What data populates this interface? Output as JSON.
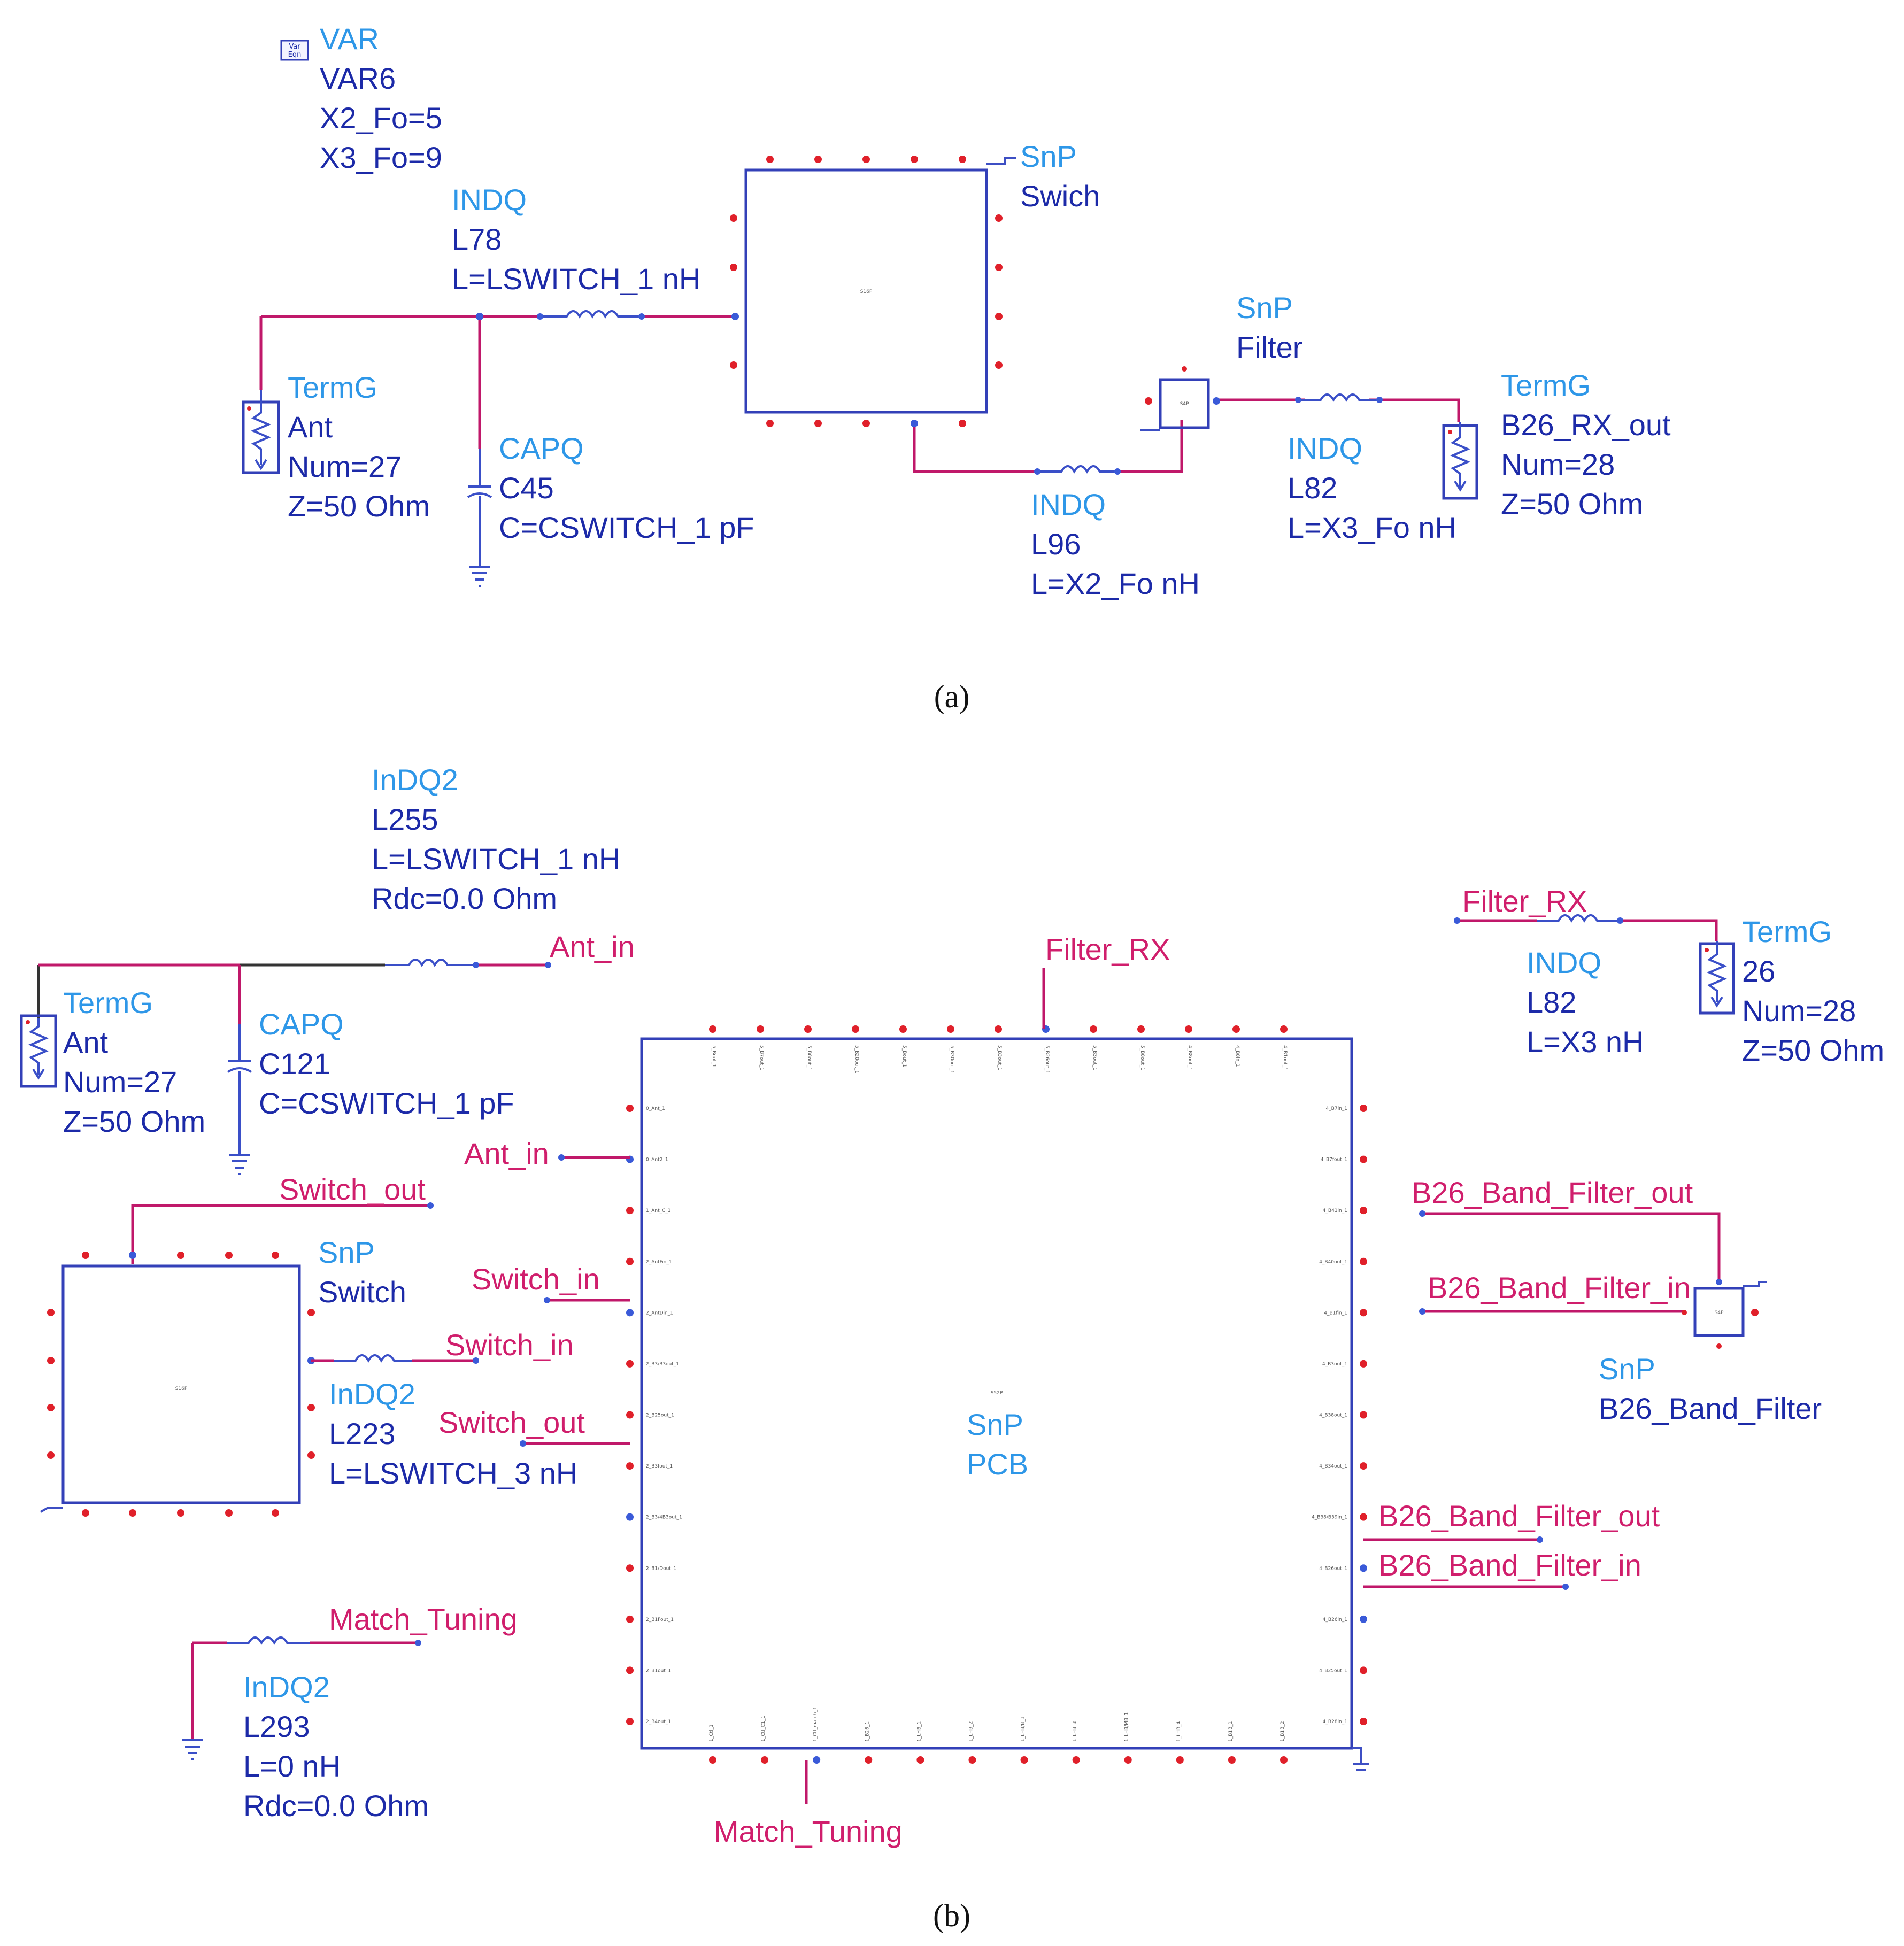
{
  "panel_a": {
    "caption": "(a)",
    "var_block": {
      "icon": "var-eqn-icon",
      "icon_text_1": "Var",
      "icon_text_2": "Eqn",
      "type": "VAR",
      "name": "VAR6",
      "line1": "X2_Fo=5",
      "line2": "X3_Fo=9"
    },
    "switch": {
      "type": "SnP",
      "name": "Swich",
      "inner": "S16P"
    },
    "filter": {
      "type": "SnP",
      "name": "Filter",
      "inner": "S4P"
    },
    "l78": {
      "type": "INDQ",
      "name": "L78",
      "value": "L=LSWITCH_1 nH"
    },
    "c45": {
      "type": "CAPQ",
      "name": "C45",
      "value": "C=CSWITCH_1 pF"
    },
    "ant": {
      "type": "TermG",
      "name": "Ant",
      "num": "Num=27",
      "z": "Z=50 Ohm"
    },
    "l96": {
      "type": "INDQ",
      "name": "L96",
      "value": "L=X2_Fo nH"
    },
    "l82": {
      "type": "INDQ",
      "name": "L82",
      "value": "L=X3_Fo nH"
    },
    "rx_term": {
      "type": "TermG",
      "name": "B26_RX_out",
      "num": "Num=28",
      "z": "Z=50 Ohm"
    }
  },
  "panel_b": {
    "caption": "(b)",
    "l255": {
      "type": "InDQ2",
      "name": "L255",
      "value": "L=LSWITCH_1 nH",
      "rdc": "Rdc=0.0 Ohm"
    },
    "ant": {
      "type": "TermG",
      "name": "Ant",
      "num": "Num=27",
      "z": "Z=50 Ohm"
    },
    "c121": {
      "type": "CAPQ",
      "name": "C121",
      "value": "C=CSWITCH_1 pF"
    },
    "switch": {
      "type": "SnP",
      "name": "Switch",
      "inner": "S16P"
    },
    "l223": {
      "type": "InDQ2",
      "name": "L223",
      "value": "L=LSWITCH_3 nH"
    },
    "l293": {
      "type": "InDQ2",
      "name": "L293",
      "value": "L=0 nH",
      "rdc": "Rdc=0.0 Ohm"
    },
    "pcb": {
      "type": "SnP",
      "name": "PCB",
      "inner": "S52P"
    },
    "l82": {
      "type": "INDQ",
      "name": "L82",
      "value": "L=X3 nH"
    },
    "term26": {
      "type": "TermG",
      "name": "26",
      "num": "Num=28",
      "z": "Z=50 Ohm"
    },
    "band_filter": {
      "type": "SnP",
      "name": "B26_Band_Filter",
      "inner": "S4P"
    },
    "nets": {
      "ant_in": "Ant_in",
      "filter_rx": "Filter_RX",
      "switch_out": "Switch_out",
      "switch_in": "Switch_in",
      "match_tuning": "Match_Tuning",
      "b26_out": "B26_Band_Filter_out",
      "b26_in": "B26_Band_Filter_in"
    },
    "pcb_left_ports": [
      "0_Ant_1",
      "0_Ant2_1",
      "1_Ant_C_1",
      "2_AntFin_1",
      "2_AntDin_1",
      "2_B3/B3out_1",
      "2_B25out_1",
      "2_B3fout_1",
      "2_B3/4B3out_1",
      "2_B1/Dout_1",
      "2_B1Fout_1",
      "2_B1out_1",
      "2_B4out_1"
    ],
    "pcb_right_ports": [
      "4_B7in_1",
      "4_B7fout_1",
      "4_B41in_1",
      "4_B40out_1",
      "4_B1fin_1",
      "4_B3out_1",
      "4_B38out_1",
      "4_B34out_1",
      "4_B38/B39in_1",
      "4_B26out_1",
      "4_B26in_1",
      "4_B25out_1",
      "4_B28in_1"
    ],
    "pcb_top_ports": [
      "5_Bout_1",
      "5_B7out_1",
      "5_B8out_1",
      "5_B20out_1",
      "5_Bout_1",
      "5_B30out_1",
      "5_B3out_1",
      "5_B26out_1",
      "5_B3out_1",
      "5_B8out_1",
      "4_B8out_1",
      "4_B8in_1",
      "4_B1out_1"
    ],
    "pcb_bottom_ports": [
      "1_Ctl_1",
      "1_Ctl_C1_1",
      "1_Ctl_match_1",
      "1_B26_1",
      "1_LHB_1",
      "1_LHB_2",
      "1_LHB/B_1",
      "1_LHB_3",
      "1_LHB/MB_1",
      "1_LHB_4",
      "1_B1B_1",
      "1_B1B_2"
    ]
  }
}
